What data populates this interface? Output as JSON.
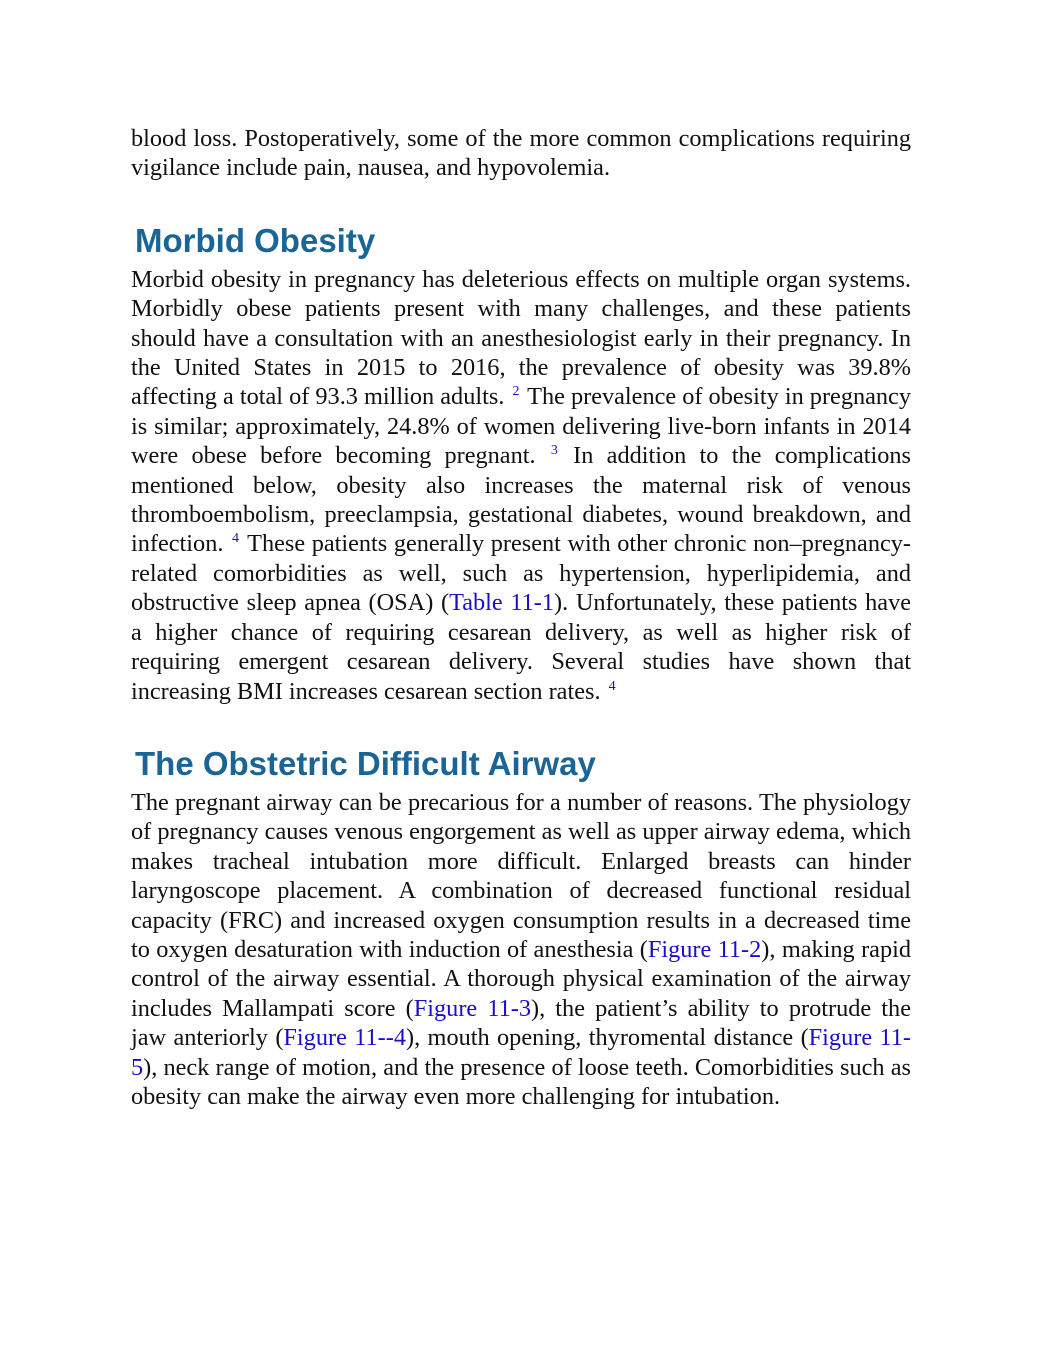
{
  "intro": {
    "text": "blood loss. Postoperatively, some of the more common complications requiring vigilance include pain, nausea, and hypovolemia."
  },
  "section1": {
    "heading": "Morbid Obesity",
    "p1": "Morbid obesity in pregnancy has deleterious effects on multiple organ systems. Morbidly obese patients present with many challenges, and these patients should have a consultation with an anesthesiologist early in their pregnancy. In the United States in 2015 to 2016, the prevalence of obesity was 39.8% affecting a total of 93.3 million adults.",
    "cite1": "2",
    "p2": "The prevalence of obesity in pregnancy is similar; approximately, 24.8% of women delivering live-born infants in 2014 were obese before becoming pregnant.",
    "cite2": "3",
    "p3": "In addition to the complications mentioned below, obesity also increases the maternal risk of venous thromboembolism, preeclampsia, gestational diabetes, wound breakdown, and infection.",
    "cite3": "4",
    "p4": "These patients generally present with other chronic non–pregnancy-related comorbidities as well, such as hypertension, hyperlipidemia, and obstructive sleep apnea (OSA) (",
    "link_table": "Table 11-1",
    "p5": "). Unfortunately, these patients have a higher chance of requiring cesarean delivery, as well as higher risk of requiring emergent cesarean delivery. Several studies have shown that increasing BMI increases cesarean section rates.",
    "cite4": "4"
  },
  "section2": {
    "heading": "The Obstetric Difficult Airway",
    "p1": "The pregnant airway can be precarious for a number of reasons. The physiology of pregnancy causes venous engorgement as well as upper airway edema, which makes tracheal intubation more difficult. Enlarged breasts can hinder laryngoscope placement. A combination of decreased functional residual capacity (FRC) and increased oxygen consumption results in a decreased time to oxygen desaturation with induction of anesthesia (",
    "link_fig2": "Figure 11-2",
    "p2": "), making rapid control of the airway essential. A thorough physical examination of the airway includes Mallampati score (",
    "link_fig3": "Figure 11-3",
    "p3": "), the patient’s ability to protrude the jaw anteriorly (",
    "link_fig4": "Figure 11--4",
    "p4": "), mouth opening, thyromental distance (",
    "link_fig5": "Figure 11-5",
    "p5": "), neck range of motion, and the presence of loose teeth. Comorbidities such as obesity can make the airway even more challenging for intubation."
  }
}
